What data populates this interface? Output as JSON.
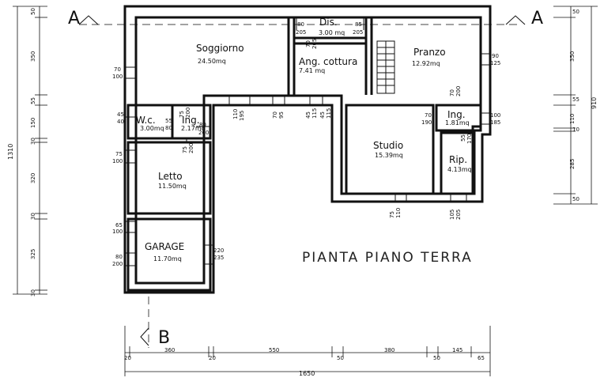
{
  "title": "PIANTA PIANO TERRA",
  "section_labels": {
    "a_left": "A",
    "a_right": "A",
    "b": "B"
  },
  "rooms": {
    "soggiorno": {
      "name": "Soggiorno",
      "area": "24.50mq"
    },
    "dis": {
      "name": "Dis.",
      "area": "3.00 mq"
    },
    "pranzo": {
      "name": "Pranzo",
      "area": "12.92mq"
    },
    "cottura": {
      "name": "Ang. cottura",
      "area": "7.41 mq"
    },
    "wc": {
      "name": "W.c.",
      "area": "3.00mq"
    },
    "ing1": {
      "name": "Ing.",
      "area": "2.17mq"
    },
    "ing2": {
      "name": "Ing.",
      "area": "1.81mq"
    },
    "studio": {
      "name": "Studio",
      "area": "15.39mq"
    },
    "rip": {
      "name": "Rip.",
      "area": "4.13mq"
    },
    "letto": {
      "name": "Letto",
      "area": "11.50mq"
    },
    "garage": {
      "name": "GARAGE",
      "area": "11.70mq"
    }
  },
  "openings": {
    "o1": {
      "w": "70",
      "h": "100"
    },
    "o2": {
      "w": "80",
      "h": "205"
    },
    "o3": {
      "w": "70",
      "h": "205"
    },
    "o4": {
      "w": "85",
      "h": "205"
    },
    "o5": {
      "w": "90",
      "h": "125"
    },
    "o6": {
      "w": "70",
      "h": "200"
    },
    "o7": {
      "w": "45",
      "h": "40"
    },
    "o8": {
      "w": "55",
      "h": "80"
    },
    "o9": {
      "w": "75",
      "h": "200"
    },
    "o10": {
      "w": "80",
      "h": "200"
    },
    "o11": {
      "w": "110",
      "h": "195"
    },
    "o12": {
      "w": "70",
      "h": "95"
    },
    "o13": {
      "w": "45",
      "h": "115"
    },
    "o14": {
      "w": "45",
      "h": "115"
    },
    "o15": {
      "w": "70",
      "h": "190"
    },
    "o16": {
      "w": "100",
      "h": "185"
    },
    "o17": {
      "w": "55",
      "h": "170"
    },
    "o18": {
      "w": "75",
      "h": "200"
    },
    "o19": {
      "w": "75",
      "h": "100"
    },
    "o20": {
      "w": "65",
      "h": "100"
    },
    "o21": {
      "w": "80",
      "h": "200"
    },
    "o22": {
      "w": "220",
      "h": "235"
    },
    "o23": {
      "w": "75",
      "h": "110"
    },
    "o24": {
      "w": "105",
      "h": "205"
    }
  },
  "dims_left": [
    "50",
    "350",
    "55",
    "150",
    "30",
    "320",
    "30",
    "325",
    "30"
  ],
  "dims_left_total": "1310",
  "dims_right": [
    "50",
    "350",
    "55",
    "110",
    "10",
    "285",
    "50"
  ],
  "dims_right_total": "910",
  "dims_bottom": [
    "20",
    "360",
    "20",
    "550",
    "50",
    "380",
    "50",
    "145",
    "65"
  ],
  "dims_bottom_total": "1650"
}
